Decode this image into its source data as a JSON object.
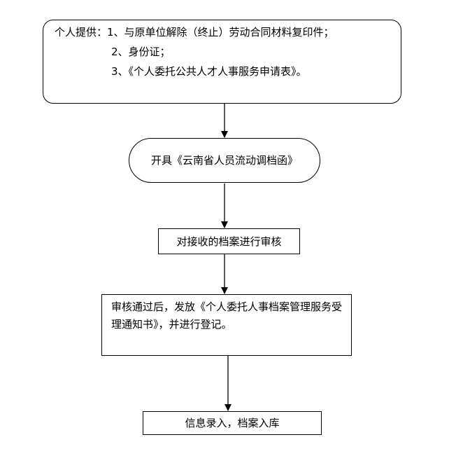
{
  "flow": {
    "provide": {
      "line1": "个人提供：1、与原单位解除（终止）劳动合同材料复印件；",
      "line2": "2、身份证；",
      "line3": "3、《个人委托公共人才人事服务申请表》。"
    },
    "issue_letter": "开具《云南省人员流动调档函》",
    "review": "对接收的档案进行审核",
    "approve": "审核通过后，发放《个人委托人事档案管理服务受理通知书》，并进行登记。",
    "archive": "信息录入，档案入库"
  }
}
